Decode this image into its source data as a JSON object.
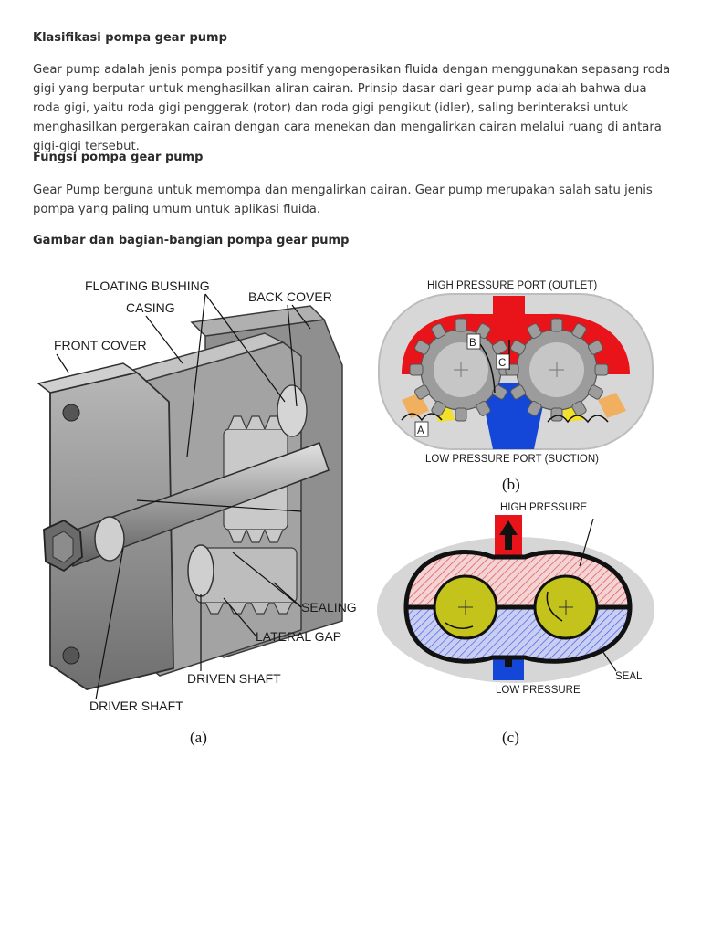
{
  "section1": {
    "heading": "Klasifikasi pompa gear pump",
    "paragraph": "Gear pump adalah jenis pompa positif yang mengoperasikan fluida dengan menggunakan sepasang roda gigi yang berputar untuk menghasilkan aliran cairan. Prinsip dasar dari gear pump adalah bahwa dua roda gigi, yaitu roda gigi penggerak (rotor) dan roda gigi pengikut (idler), saling berinteraksi untuk menghasilkan pergerakan cairan dengan cara menekan dan mengalirkan cairan melalui ruang di antara gigi-gigi tersebut."
  },
  "section2": {
    "heading": "Fungsi pompa gear pump",
    "paragraph": "Gear Pump berguna untuk memompa dan mengalirkan cairan. Gear pump merupakan salah satu jenis pompa yang paling umum untuk aplikasi fluida."
  },
  "section3": {
    "heading": "Gambar dan bagian-bangian pompa gear pump"
  },
  "figure": {
    "a": {
      "labels": {
        "floating_bushing": "FLOATING BUSHING",
        "casing": "CASING",
        "back_cover": "BACK COVER",
        "front_cover": "FRONT COVER",
        "sealing": "SEALING",
        "lateral_gap": "LATERAL GAP",
        "driven_shaft": "DRIVEN SHAFT",
        "driver_shaft": "DRIVER SHAFT"
      },
      "caption": "(a)"
    },
    "b": {
      "labels": {
        "outlet": "HIGH PRESSURE PORT (OUTLET)",
        "suction": "LOW PRESSURE PORT (SUCTION)",
        "point_a": "A",
        "point_b": "B",
        "point_c": "C"
      },
      "caption": "(b)"
    },
    "c": {
      "labels": {
        "high_pressure": "HIGH PRESSURE",
        "low_pressure": "LOW PRESSURE",
        "seal": "SEAL"
      },
      "caption": "(c)"
    }
  },
  "colors": {
    "high_pressure": "#e8141a",
    "low_pressure": "#1446d8",
    "gear_yellow": "#c8c41a",
    "casing_gray": "#d6d6d6"
  }
}
